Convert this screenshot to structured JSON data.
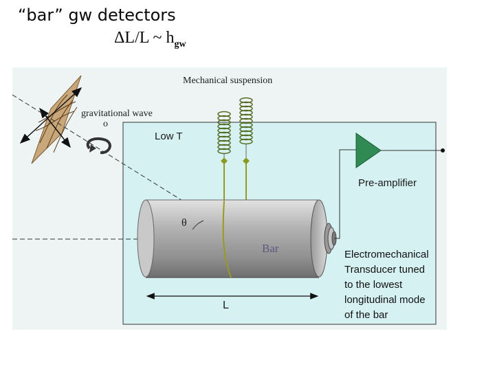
{
  "title": {
    "line1": "“bar” gw detectors",
    "line2_main": "ΔL/L ~ h",
    "line2_sub": "gw"
  },
  "labels": {
    "mechanical_suspension": "Mechanical suspension",
    "gravitational_wave": "gravitational wave",
    "polarization_angle": "ο",
    "low_t": "Low T",
    "pre_amplifier": "Pre-amplifier",
    "theta": "θ",
    "bar": "Bar",
    "length": "L",
    "transducer_lines": [
      "Electromechanical",
      "Transducer tuned",
      "to the lowest",
      "longitudinal mode",
      "of the bar"
    ]
  },
  "colors": {
    "cryostat_fill": "#d6f1f2",
    "bar_body": "#a8a8a8",
    "amplifier": "#2f8a54",
    "suspension_wire": "#9a9a20"
  }
}
